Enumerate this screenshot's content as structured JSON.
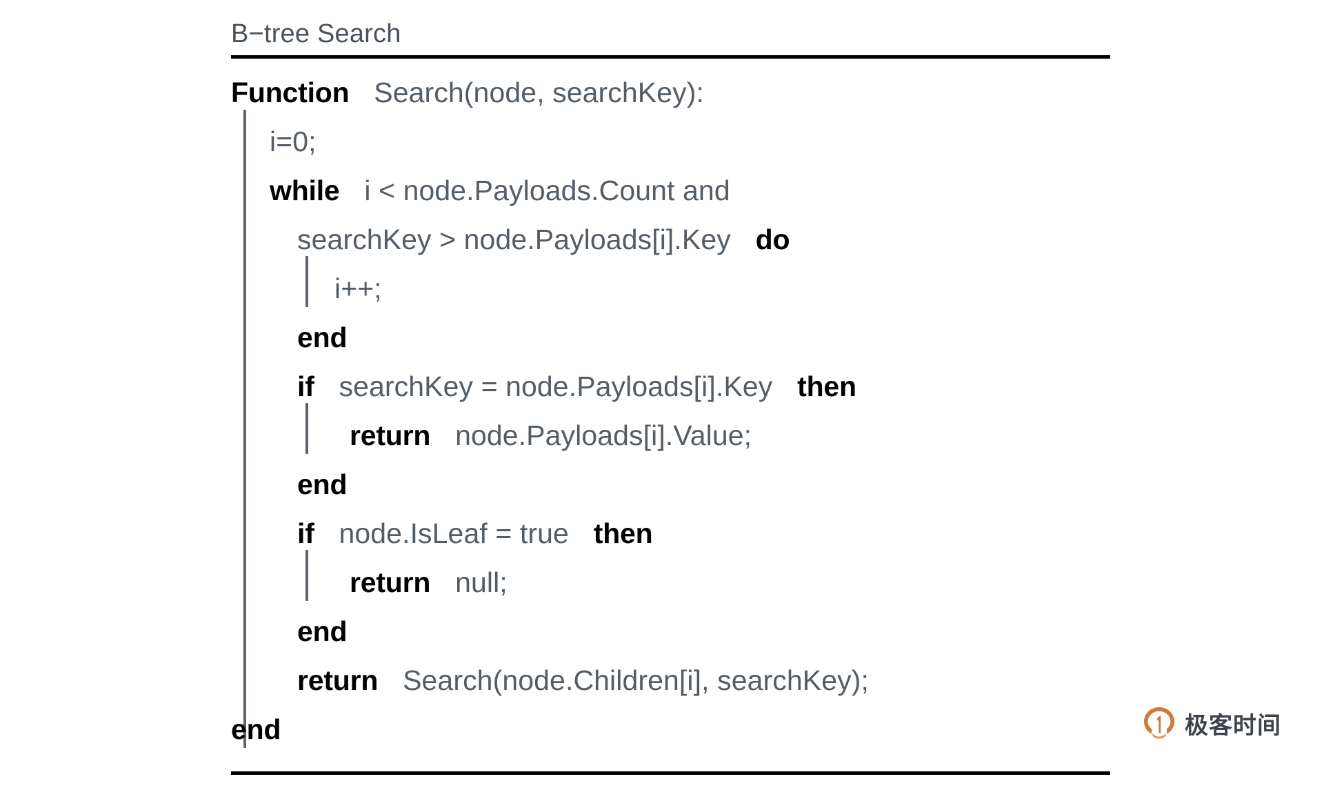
{
  "caption": "B−tree Search",
  "colors": {
    "keyword": "#000000",
    "expression": "#545c66",
    "caption": "#4a525c",
    "rule": "#000000",
    "guide": "#5a636e",
    "brand_orange": "#d9813f"
  },
  "code": {
    "line1": {
      "keyword": "Function",
      "expression": "Search(node, searchKey):"
    },
    "line2": {
      "expression": "i=0;"
    },
    "line3": {
      "keyword": "while",
      "expression": "i < node.Payloads.Count and"
    },
    "line4": {
      "expression": "searchKey > node.Payloads[i].Key",
      "keyword": "do"
    },
    "line5": {
      "expression": "i++;"
    },
    "line6": {
      "keyword": "end"
    },
    "line7": {
      "keyword_if": "if",
      "expression": "searchKey = node.Payloads[i].Key",
      "keyword_then": "then"
    },
    "line8": {
      "keyword": "return",
      "expression": "node.Payloads[i].Value;"
    },
    "line9": {
      "keyword": "end"
    },
    "line10": {
      "keyword_if": "if",
      "expression": "node.IsLeaf = true",
      "keyword_then": "then"
    },
    "line11": {
      "keyword": "return",
      "expression": "null;"
    },
    "line12": {
      "keyword": "end"
    },
    "line13": {
      "keyword": "return",
      "expression": "Search(node.Children[i], searchKey);"
    },
    "line14": {
      "keyword": "end"
    }
  },
  "brand": {
    "name": "极客时间",
    "mark": "geektime-logo-icon"
  }
}
